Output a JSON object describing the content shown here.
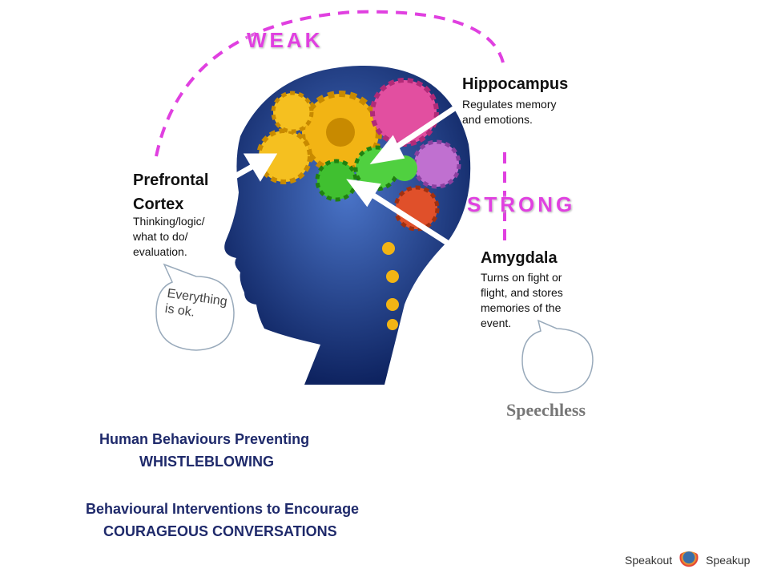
{
  "labels": {
    "weak": "WEAK",
    "strong": "STRONG",
    "hippocampus": {
      "title": "Hippocampus",
      "desc": "Regulates memory\nand emotions."
    },
    "prefrontal": {
      "title": "Prefrontal\nCortex",
      "desc": "Thinking/logic/\nwhat to do/\nevaluation."
    },
    "amygdala": {
      "title": "Amygdala",
      "desc": "Turns on fight or\nflight, and stores\nmemories of the\nevent."
    }
  },
  "bubbles": {
    "left": "Everything\nis ok.",
    "right_caption": "Speechless"
  },
  "bottom": {
    "line1": "Human Behaviours Preventing",
    "line2": "WHISTLEBLOWING",
    "line3": "Behavioural Interventions to Encourage",
    "line4": "COURAGEOUS CONVERSATIONS"
  },
  "logo": {
    "left": "Speakout",
    "right": "Speakup"
  },
  "colors": {
    "magenta": "#e040e0",
    "navy": "#1f2a6b",
    "head": "#2a4fa0"
  }
}
